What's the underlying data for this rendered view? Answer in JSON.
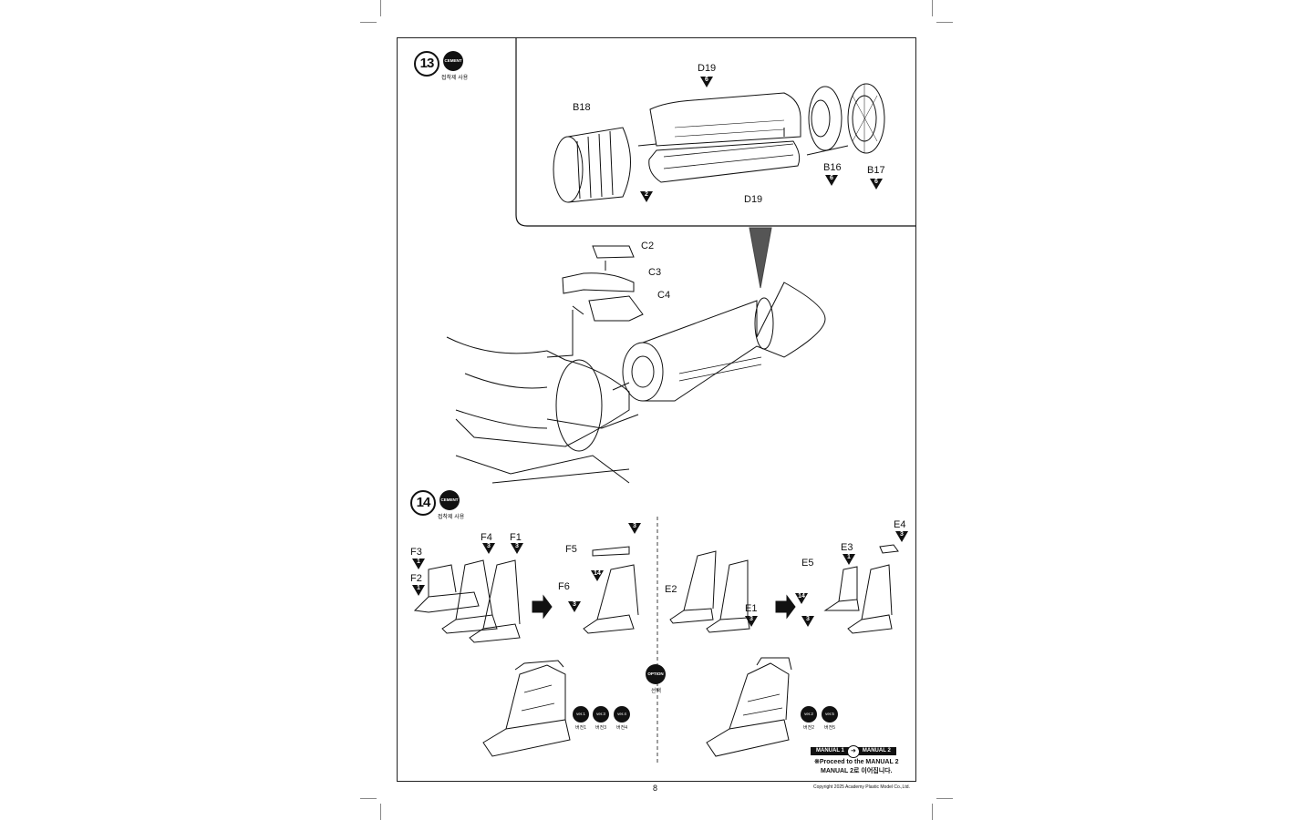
{
  "step13": {
    "number": "13",
    "cement_label": "CEMENT",
    "cement_sub": "접착제 사용",
    "parts": {
      "d19_top": "D19",
      "d19_top_qty": "6",
      "b18": "B18",
      "b18_qty": "2",
      "d19_bottom": "D19",
      "b16": "B16",
      "b16_qty": "6",
      "b17": "B17",
      "b17_qty": "6",
      "c2": "C2",
      "c3": "C3",
      "c4": "C4"
    }
  },
  "step14": {
    "number": "14",
    "cement_label": "CEMENT",
    "cement_sub": "접착제 사용",
    "left": {
      "f3": "F3",
      "f3_qty": "1",
      "f4": "F4",
      "f4_qty": "3",
      "f1": "F1",
      "f1_qty": "3",
      "f2": "F2",
      "f2_qty": "1",
      "f5": "F5",
      "f6": "F6",
      "f6_qty": "3",
      "top_qty": "3",
      "qty_14": "14"
    },
    "right": {
      "e4": "E4",
      "e4_qty": "3",
      "e3": "E3",
      "e3_qty": "1",
      "e5": "E5",
      "e2": "E2",
      "e1": "E1",
      "e1_qty": "3",
      "qty_14": "14",
      "qty_3": "3"
    },
    "option_label": "OPTION",
    "option_sub": "선택",
    "versions_left": [
      {
        "label": "ver.1",
        "sub": "버전1"
      },
      {
        "label": "ver.3",
        "sub": "버전3"
      },
      {
        "label": "ver.4",
        "sub": "버전4"
      }
    ],
    "versions_right": [
      {
        "label": "ver.2",
        "sub": "버전2"
      },
      {
        "label": "ver.5",
        "sub": "버전5"
      }
    ]
  },
  "footer": {
    "manual_from": "MANUAL 1",
    "manual_to": "MANUAL 2",
    "proceed_line1": "※Proceed to the MANUAL 2",
    "proceed_line2": "MANUAL 2로 이어집니다.",
    "page_number": "8",
    "copyright": "Copyright 2025 Academy Plastic Model Co.,Ltd."
  }
}
